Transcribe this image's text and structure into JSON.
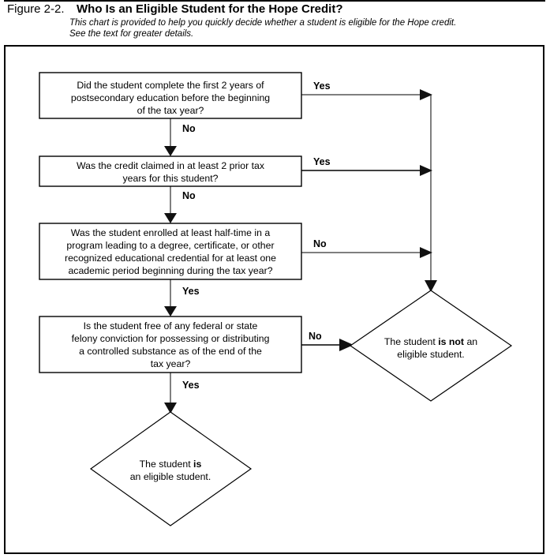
{
  "header": {
    "figure_label": "Figure 2-2.",
    "title": "Who Is an Eligible Student for the Hope Credit?",
    "subtitle_line1": "This chart is provided to help you quickly decide whether a student is eligible for the Hope credit.",
    "subtitle_line2": "See the text for greater details."
  },
  "chart_data": {
    "type": "flowchart",
    "title": "Who Is an Eligible Student for the Hope Credit?",
    "orientation": "top-down",
    "nodes": [
      {
        "id": "q1",
        "shape": "rectangle",
        "lines": [
          "Did the student complete the first 2 years of",
          "postsecondary education before the beginning",
          "of the tax year?"
        ]
      },
      {
        "id": "q2",
        "shape": "rectangle",
        "lines": [
          "Was the credit claimed in at least 2 prior tax",
          "years for this student?"
        ]
      },
      {
        "id": "q3",
        "shape": "rectangle",
        "lines": [
          "Was the student enrolled at least half-time in a",
          "program leading to a degree, certificate, or other",
          "recognized educational credential for at least one",
          "academic period beginning during the tax year?"
        ]
      },
      {
        "id": "q4",
        "shape": "rectangle",
        "lines": [
          "Is the student free of any federal or state",
          "felony conviction for possessing or distributing",
          "a controlled substance as of the end of the",
          "tax year?"
        ]
      },
      {
        "id": "not_eligible",
        "shape": "diamond",
        "line1_pre": "The student ",
        "line1_bold": "is not",
        "line1_post": " an",
        "line2": "eligible student."
      },
      {
        "id": "eligible",
        "shape": "diamond",
        "line1_pre": "The student ",
        "line1_bold": "is",
        "line1_post": "",
        "line2": "an eligible student."
      }
    ],
    "edges": [
      {
        "from": "q1",
        "to": "not_eligible",
        "label": "Yes",
        "direction": "right"
      },
      {
        "from": "q1",
        "to": "q2",
        "label": "No",
        "direction": "down"
      },
      {
        "from": "q2",
        "to": "not_eligible",
        "label": "Yes",
        "direction": "right"
      },
      {
        "from": "q2",
        "to": "q3",
        "label": "No",
        "direction": "down"
      },
      {
        "from": "q3",
        "to": "not_eligible",
        "label": "No",
        "direction": "right"
      },
      {
        "from": "q3",
        "to": "q4",
        "label": "Yes",
        "direction": "down"
      },
      {
        "from": "q4",
        "to": "not_eligible",
        "label": "No",
        "direction": "right"
      },
      {
        "from": "q4",
        "to": "eligible",
        "label": "Yes",
        "direction": "down"
      }
    ],
    "branch_labels": {
      "b1_right": "Yes",
      "b1_down": "No",
      "b2_right": "Yes",
      "b2_down": "No",
      "b3_right": "No",
      "b3_down": "Yes",
      "b4_right": "No",
      "b4_down": "Yes"
    },
    "colors": {
      "background": "#ffffff",
      "stroke": "#000000",
      "connector": "#555555",
      "text": "#000000"
    }
  }
}
